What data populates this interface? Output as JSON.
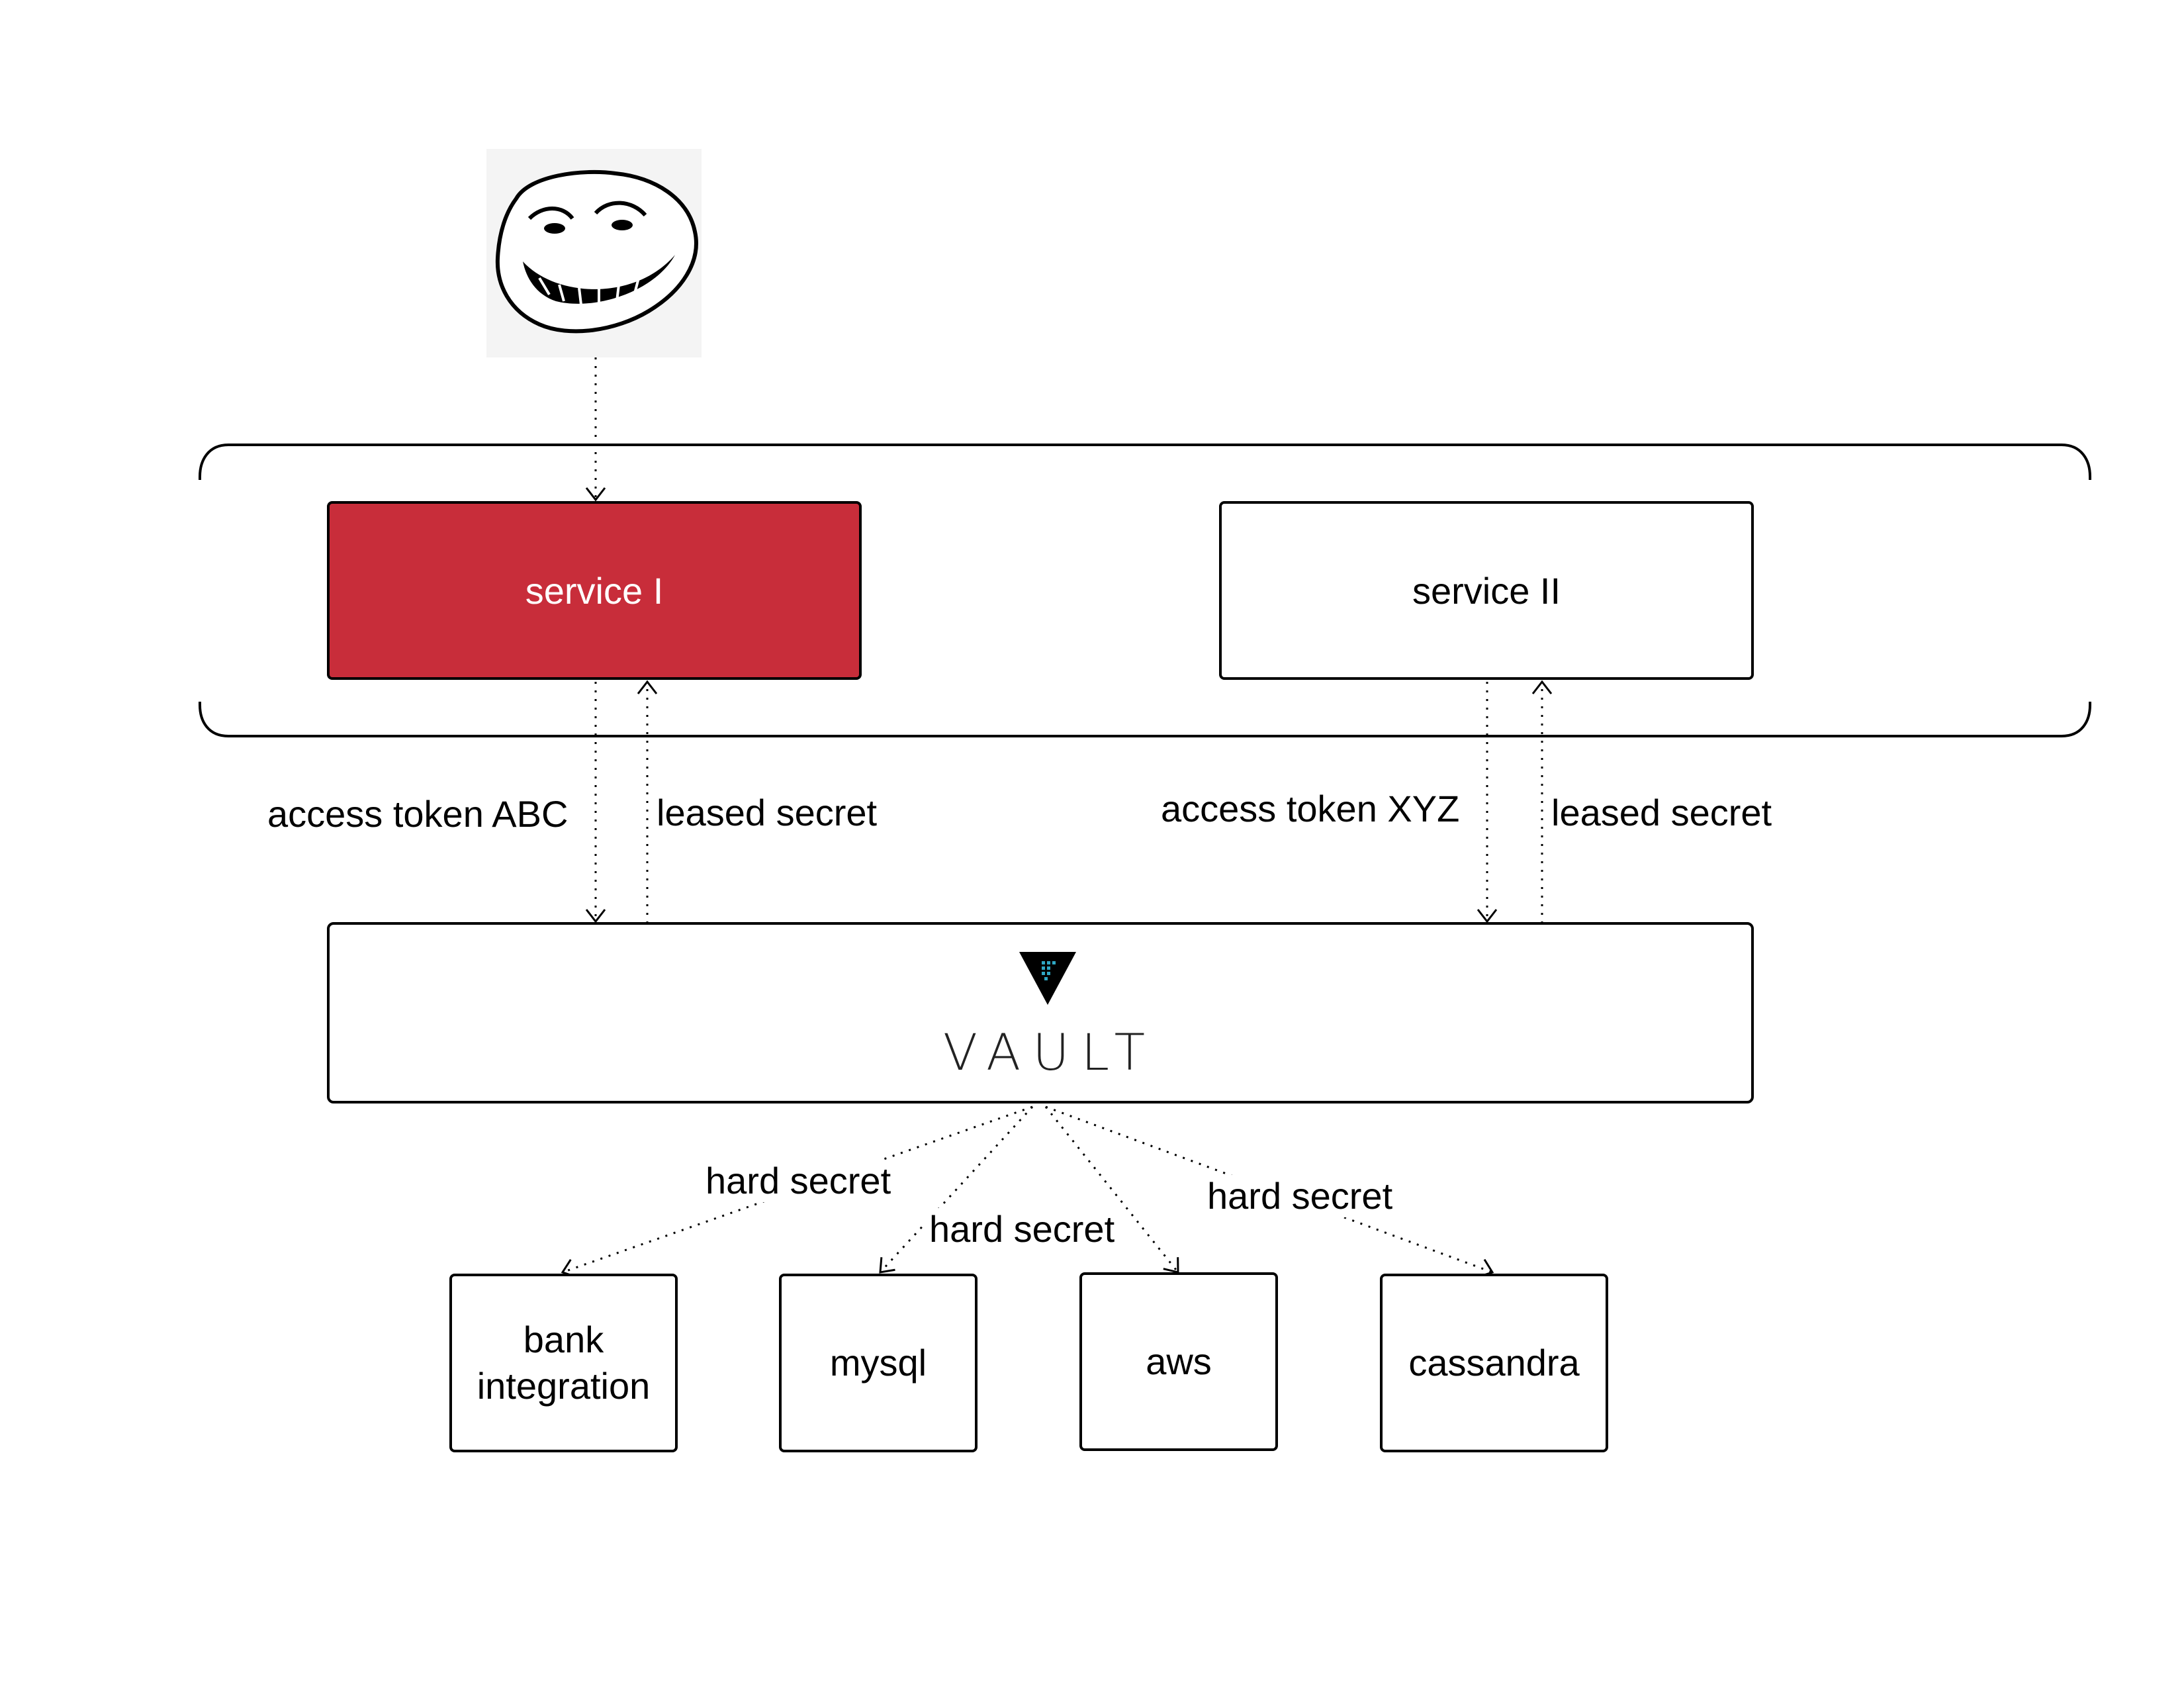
{
  "attacker": {
    "icon": "troll-face-icon"
  },
  "services": [
    {
      "label": "service I",
      "compromised": true
    },
    {
      "label": "service II",
      "compromised": false
    }
  ],
  "flows": {
    "s1_request": "access token ABC",
    "s1_response": "leased secret",
    "s2_request": "access token XYZ",
    "s2_response": "leased secret"
  },
  "vault": {
    "logo_icon": "vault-triangle-icon",
    "wordmark": "VAULT"
  },
  "hard_secret_labels": [
    "hard secret",
    "hard secret",
    "hard secret"
  ],
  "targets": [
    {
      "line1": "bank",
      "line2": "integration"
    },
    {
      "line1": "mysql"
    },
    {
      "line1": "aws"
    },
    {
      "line1": "cassandra"
    }
  ],
  "colors": {
    "compromised": "#c82d3a",
    "stroke": "#000000"
  }
}
